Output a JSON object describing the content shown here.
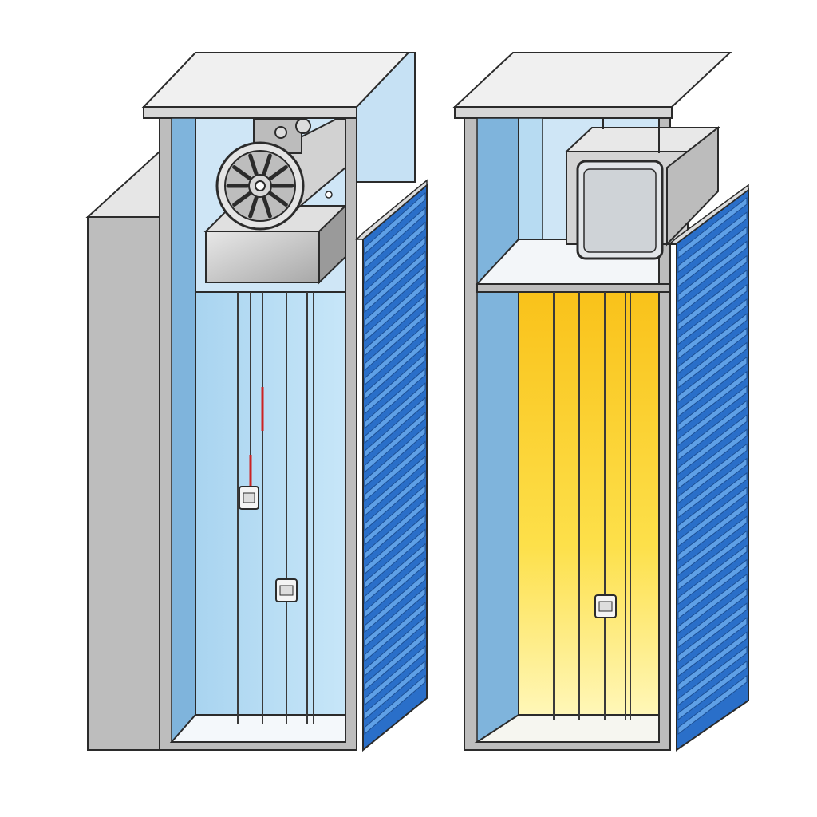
{
  "diagram": {
    "panels": [
      {
        "id": "traction-shaft",
        "machine": "traction-motor",
        "components": [
          "machine-room",
          "traction-motor",
          "machine-bedplate",
          "hoist-ropes",
          "governor-marker",
          "rope-fitting",
          "rope-fitting",
          "shaft-pit",
          "louvered-side-wall"
        ]
      },
      {
        "id": "machine-room-less-shaft",
        "machine": "control-cabinet",
        "components": [
          "overhead-enclosure",
          "control-cabinet",
          "overhead-platform",
          "illuminated-shaft",
          "guide-ropes",
          "rope-fitting",
          "shaft-pit",
          "louvered-side-wall"
        ]
      }
    ]
  },
  "colors": {
    "outline": "#2b2b2b",
    "concrete": "#bdbdbd",
    "concrete_light": "#d9d9d9",
    "roof": "#f2f2f2",
    "shaft_blue": "#b9def5",
    "wall_blue": "#7fb4dc",
    "louver_blue": "#2a6fc9",
    "louver_light": "#5fa0e6",
    "shaft_yellow": "#fbd33b",
    "shaft_yellow_light": "#fff3a6",
    "rope": "#3a3a3a",
    "governor_red": "#cc2222"
  }
}
